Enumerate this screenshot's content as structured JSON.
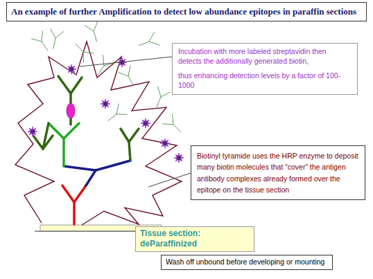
{
  "diagram": {
    "title": "An example of further Amplification to detect low abundance epitopes in paraffin sections",
    "nodes": [
      {
        "text": [
          "Incubation with more labeled streptavidin then detects the additionally generated biotin,",
          "thus enhancing detection levels by a factor of 100-1000"
        ]
      },
      {
        "text": [
          "Biotinyl tyramide uses the HRP enzyme to deposit many biotin molecules that “cover” the antigen antibody complexes already formed over the epitope on the tissue section"
        ]
      },
      {
        "text": [
          "Tissue section: deParaffinized"
        ]
      },
      {
        "text": [
          "Wash off unbound before developing or mounting"
        ]
      }
    ]
  }
}
